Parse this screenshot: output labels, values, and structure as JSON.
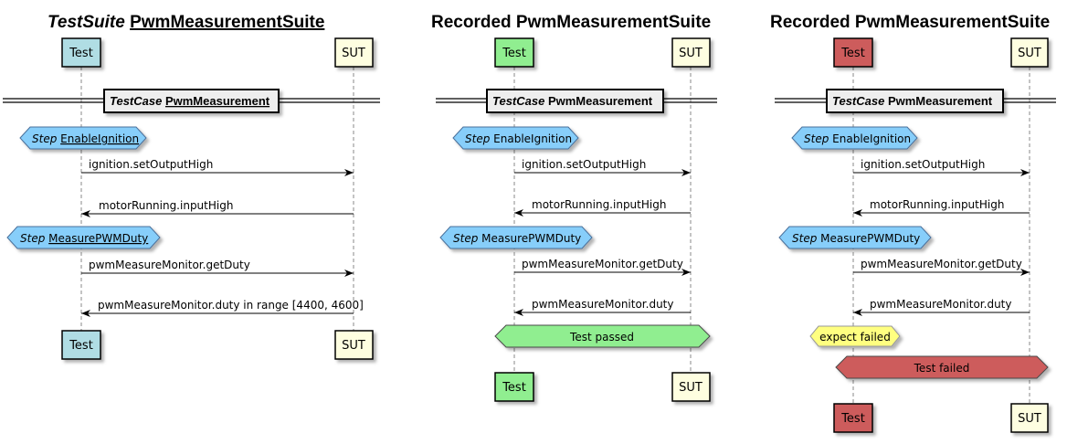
{
  "colors": {
    "test_default": "#b0dde4",
    "test_passed": "#90ee90",
    "test_failed": "#cd5c5c",
    "sut": "#fefee0",
    "step": "#87cefa",
    "expect_failed": "#ffff80",
    "passed_banner": "#90ee90",
    "failed_banner": "#cd5c5c",
    "testcase_box": "#eeeeee"
  },
  "panels": [
    {
      "title_prefix": "TestSuite",
      "title_name": "PwmMeasurementSuite",
      "participants": {
        "test": "Test",
        "sut": "SUT"
      },
      "testcase": {
        "prefix": "TestCase",
        "name": "PwmMeasurement"
      },
      "steps": [
        {
          "prefix": "Step",
          "name": "EnableIgnition"
        },
        {
          "prefix": "Step",
          "name": "MeasurePWMDuty"
        }
      ],
      "messages": [
        "ignition.setOutputHigh",
        "motorRunning.inputHigh",
        "pwmMeasureMonitor.getDuty",
        "pwmMeasureMonitor.duty in range [4400, 4600]"
      ]
    },
    {
      "title_prefix": "Recorded",
      "title_name": "PwmMeasurementSuite",
      "participants": {
        "test": "Test",
        "sut": "SUT"
      },
      "testcase": {
        "prefix": "TestCase",
        "name": "PwmMeasurement"
      },
      "steps": [
        {
          "prefix": "Step",
          "name": "EnableIgnition"
        },
        {
          "prefix": "Step",
          "name": "MeasurePWMDuty"
        }
      ],
      "messages": [
        "ignition.setOutputHigh",
        "motorRunning.inputHigh",
        "pwmMeasureMonitor.getDuty",
        "pwmMeasureMonitor.duty"
      ],
      "result": "Test passed"
    },
    {
      "title_prefix": "Recorded",
      "title_name": "PwmMeasurementSuite",
      "participants": {
        "test": "Test",
        "sut": "SUT"
      },
      "testcase": {
        "prefix": "TestCase",
        "name": "PwmMeasurement"
      },
      "steps": [
        {
          "prefix": "Step",
          "name": "EnableIgnition"
        },
        {
          "prefix": "Step",
          "name": "MeasurePWMDuty"
        }
      ],
      "messages": [
        "ignition.setOutputHigh",
        "motorRunning.inputHigh",
        "pwmMeasureMonitor.getDuty",
        "pwmMeasureMonitor.duty"
      ],
      "expect_note": "expect failed",
      "result": "Test failed"
    }
  ]
}
